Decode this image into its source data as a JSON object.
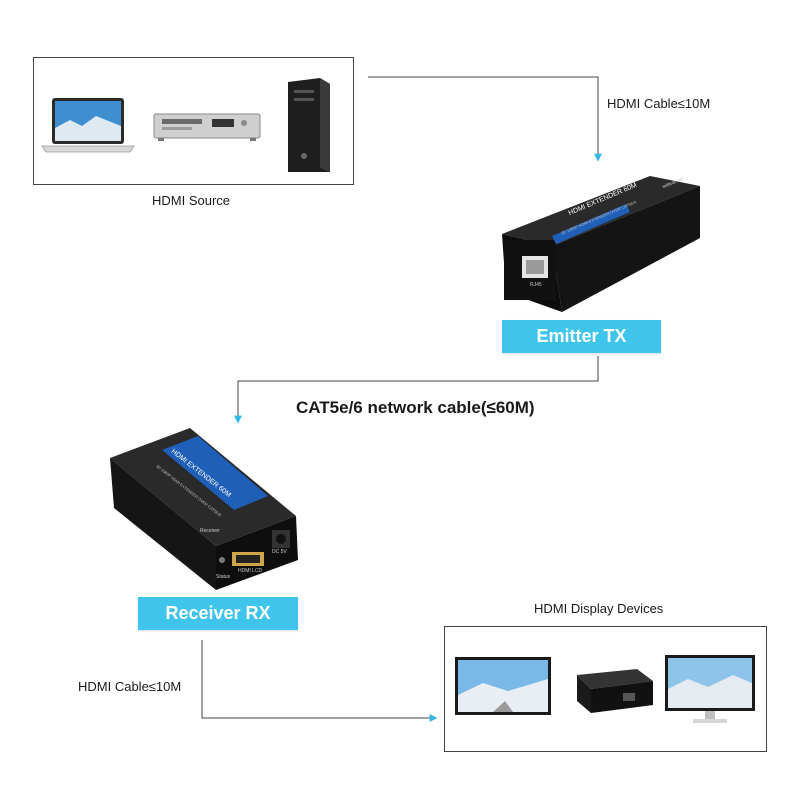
{
  "source": {
    "caption": "HDMI Source",
    "devices": [
      "laptop-icon",
      "dvd-player-icon",
      "pc-tower-icon"
    ]
  },
  "connections": {
    "source_to_tx": "HDMI Cable≤10M",
    "tx_to_rx": "CAT5e/6 network cable(≤60M)",
    "rx_to_display": "HDMI Cable≤10M"
  },
  "emitter": {
    "badge": "Emitter TX",
    "device_title": "HDMI EXTENDER 60M",
    "device_subtitle": "3D 1080P HDMI EXTENDER OVER CAT5E/6",
    "port_label": "RJ45",
    "brand": "wiiteanoel"
  },
  "receiver": {
    "badge": "Receiver RX",
    "device_title": "HDMI EXTENDER 60M",
    "device_subtitle": "3D 1080P HDMI EXTENDER OVER CAT5E/6",
    "side_label": "Receiver",
    "status_label": "Status",
    "hdmi_label": "HDMI LCD",
    "dc_label": "DC 5V"
  },
  "display": {
    "caption": "HDMI Display Devices",
    "devices": [
      "tv-icon",
      "projector-icon",
      "monitor-icon"
    ]
  },
  "colors": {
    "badge": "#3fc4ec",
    "arrow": "#35b8e6",
    "device_body": "#1c1c1c",
    "device_label": "#1f5fb8"
  }
}
